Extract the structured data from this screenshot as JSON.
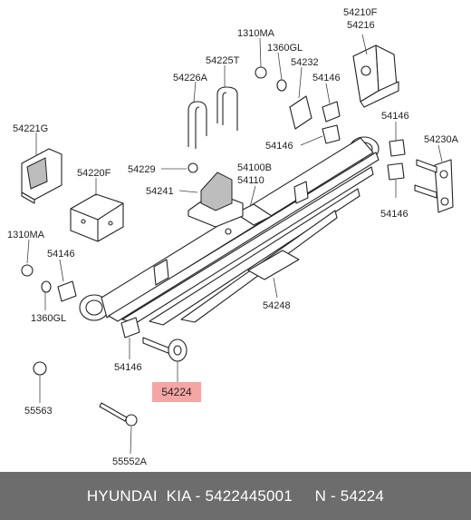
{
  "labels": {
    "p54210F": "54210F",
    "p54216": "54216",
    "p1310MA_top": "1310MA",
    "p1360GL_top": "1360GL",
    "p54225T": "54225T",
    "p54232": "54232",
    "p54226A": "54226A",
    "p54146_a": "54146",
    "p54146_b": "54146",
    "p54146_c": "54146",
    "p54230A": "54230A",
    "p54221G": "54221G",
    "p54229": "54229",
    "p54100B": "54100B",
    "p54110": "54110",
    "p54220F": "54220F",
    "p54241": "54241",
    "p54146_d": "54146",
    "p1310MA_left": "1310MA",
    "p54146_e": "54146",
    "p1360GL_left": "1360GL",
    "p54248": "54248",
    "p54146_f": "54146",
    "p54224": "54224",
    "p55563": "55563",
    "p55552A": "55552A"
  },
  "footer": {
    "text": "HYUNDAI  KIA - 5422445001     N - 54224"
  },
  "colors": {
    "highlight": "#f4a6a6",
    "footer_bg": "#6d6d6d",
    "footer_text": "#ffffff"
  }
}
